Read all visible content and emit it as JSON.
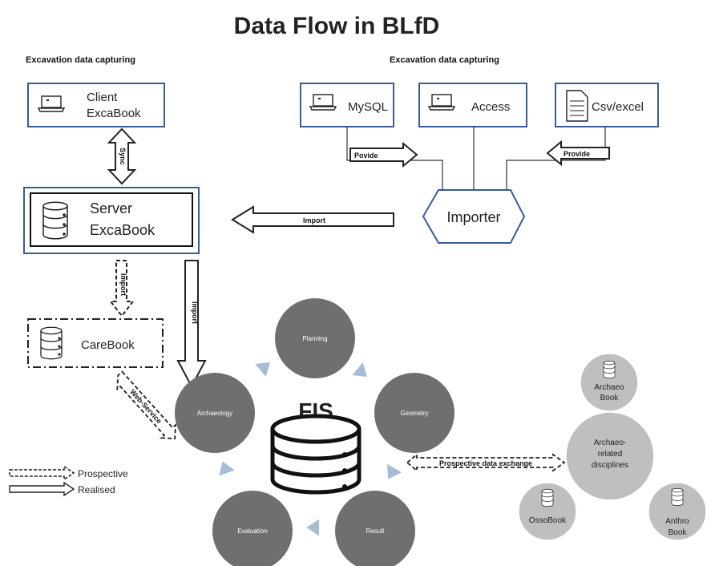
{
  "title": "Data Flow in BLfD",
  "sections": {
    "left_heading": "Excavation data capturing",
    "right_heading": "Excavation data capturing"
  },
  "nodes": {
    "client": [
      "Client",
      "ExcaBook"
    ],
    "mysql": "MySQL",
    "access": "Access",
    "csv": "Csv/excel",
    "server": [
      "Server",
      "ExcaBook"
    ],
    "importer": "Importer",
    "carebook": "CareBook",
    "fis": "FIS"
  },
  "edges": {
    "sync": "Sync",
    "provide_left": "Povide",
    "provide_right": "Provide",
    "import_horizontal": "Import",
    "import_vertical": "Import",
    "import_dashed": "Import",
    "webservice": "Web-Service",
    "prospective_exchange": "Prospective data exchange"
  },
  "cycle": {
    "planning": "Planning",
    "geometry": "Geometry",
    "result": "Result",
    "evaluation": "Evaluation",
    "archaeology": "Archaeology"
  },
  "disciplines": {
    "archaeo_book": [
      "Archaeo",
      "Book"
    ],
    "center": [
      "Archaeo-",
      "related",
      "disciplines"
    ],
    "osso_book": "OssoBook",
    "anthro_book": [
      "Anthro",
      "Book"
    ]
  },
  "legend": {
    "prospective": "Prospective",
    "realised": "Realised"
  },
  "colors": {
    "box_border": "#3b5a99",
    "circle_dark": "#6f6f6f",
    "circle_light": "#bfbfbf",
    "cycle_arrow": "#a8bcd8"
  }
}
